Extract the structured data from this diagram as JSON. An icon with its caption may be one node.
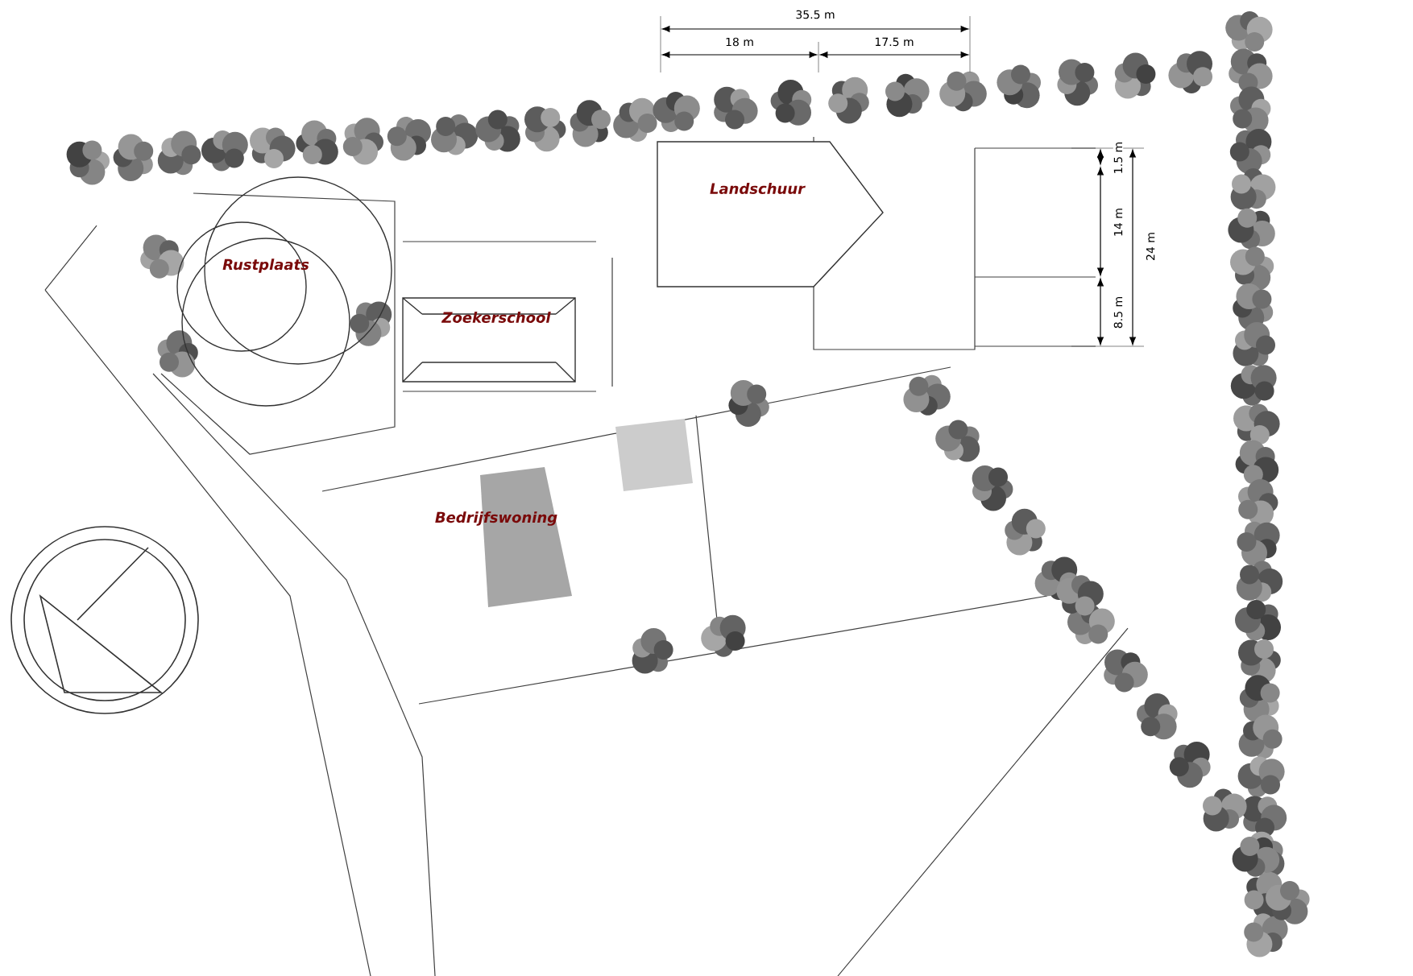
{
  "diagram": {
    "nodes": [
      {
        "text": [
          "Landschuur"
        ]
      },
      {
        "text": [
          "Rustplaats"
        ]
      },
      {
        "text": [
          "Zoekerschool"
        ]
      },
      {
        "text": [
          "Bedrijfswoning"
        ]
      }
    ],
    "labels": [
      "35.5 m",
      "18 m",
      "17.5 m",
      "1.5 m",
      "14 m",
      "24 m",
      "8.5 m"
    ]
  }
}
